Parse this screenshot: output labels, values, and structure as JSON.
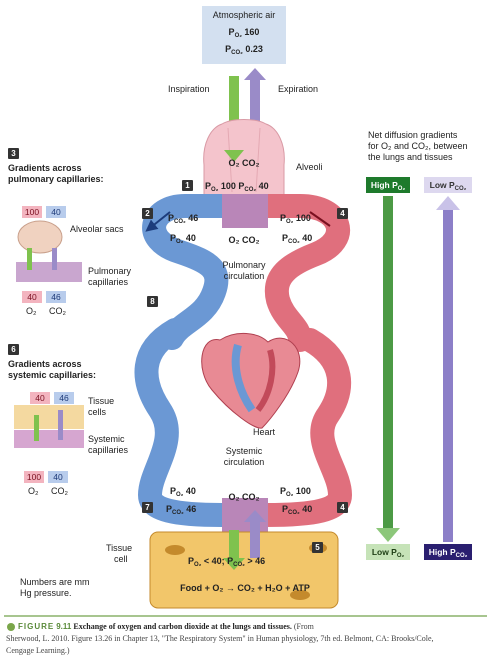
{
  "atmosphere": {
    "title": "Atmospheric air",
    "po2": "160",
    "pco2": "0.23"
  },
  "labels": {
    "inspiration": "Inspiration",
    "expiration": "Expiration",
    "alveoli": "Alveoli",
    "pulmonary_circulation_1": "Pulmonary",
    "pulmonary_circulation_2": "circulation",
    "systemic_circulation_1": "Systemic",
    "systemic_circulation_2": "circulation",
    "heart": "Heart",
    "tissue_cell_1": "Tissue",
    "tissue_cell_2": "cell",
    "numbers_note_1": "Numbers are mm",
    "numbers_note_2": "Hg pressure."
  },
  "alveoli_values": {
    "o2_co2": "O₂ CO₂",
    "po2_value": "100",
    "pco2_value": "40"
  },
  "pulmonary": {
    "left_pco2": "46",
    "left_po2": "40",
    "right_po2": "100",
    "right_pco2": "40"
  },
  "systemic": {
    "left_po2": "40",
    "left_pco2": "46",
    "right_po2": "100",
    "right_pco2": "40"
  },
  "tissue": {
    "o2_co2": "O₂ CO₂",
    "inequality_po2": "< 40;",
    "inequality_pco2": "> 46",
    "reaction": "Food + O₂ → CO₂ + H₂O + ATP"
  },
  "panel3": {
    "badge": "3",
    "title_1": "Gradients across",
    "title_2": "pulmonary capillaries:",
    "top_pink": "100",
    "top_blue": "40",
    "alveolar_sacs": "Alveolar sacs",
    "pulmonary_capillaries_1": "Pulmonary",
    "pulmonary_capillaries_2": "capillaries",
    "bottom_pink": "40",
    "bottom_blue": "46",
    "o2": "O₂",
    "co2": "CO₂"
  },
  "panel6": {
    "badge": "6",
    "title_1": "Gradients across",
    "title_2": "systemic capillaries:",
    "top_pink": "40",
    "top_blue": "46",
    "tissue_cells_1": "Tissue",
    "tissue_cells_2": "cells",
    "systemic_capillaries_1": "Systemic",
    "systemic_capillaries_2": "capillaries",
    "bottom_pink": "100",
    "bottom_blue": "40",
    "o2": "O₂",
    "co2": "CO₂"
  },
  "gradients": {
    "title_1": "Net diffusion gradients",
    "title_2": "for O₂ and CO₂, between",
    "title_3": "the lungs and tissues"
  },
  "badges": {
    "b1": "1",
    "b2": "2",
    "b4": "4",
    "b4b": "4",
    "b5": "5",
    "b7": "7",
    "b8": "8"
  },
  "caption": {
    "figure": "FIGURE",
    "number": "9.11",
    "title": "Exchange of oxygen and carbon dioxide at the lungs and tissues.",
    "source_1": "(From",
    "source_2": "Sherwood, L. 2010. Figure 13.26 in Chapter 13, \"The Respiratory System\" in Human physiology, 7th ed. Belmont, CA: Brooks/Cole,",
    "source_3": "Cengage Learning.)"
  },
  "colors": {
    "oxygenated": "#e0707e",
    "deoxygenated": "#5f8fd0",
    "o2_arrow": "#7fc24e",
    "co2_arrow": "#9a8bc8",
    "tissue": "#f2c66a",
    "lung": "#f4c4cc"
  }
}
